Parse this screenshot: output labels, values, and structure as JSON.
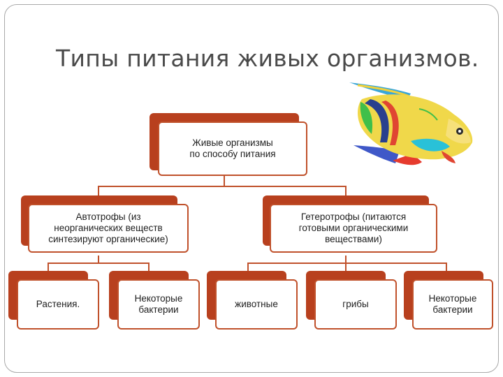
{
  "title": "Типы питания живых организмов.",
  "root": {
    "label": "Живые организмы\nпо способу питания"
  },
  "groups": [
    {
      "label": "Автотрофы (из\nнеорганических веществ\nсинтезируют органические)"
    },
    {
      "label": "Гетеротрофы (питаются\nготовыми органическими\nвеществами)"
    }
  ],
  "leaves": [
    {
      "label": "Растения."
    },
    {
      "label": "Некоторые\nбактерии"
    },
    {
      "label": "животные"
    },
    {
      "label": "грибы"
    },
    {
      "label": "Некоторые\nбактерии"
    }
  ],
  "colors": {
    "box_back": "#b8401e",
    "box_border": "#c0512b",
    "connector": "#c0512b"
  },
  "decor": {
    "image": "tropical-fish-illustration"
  }
}
